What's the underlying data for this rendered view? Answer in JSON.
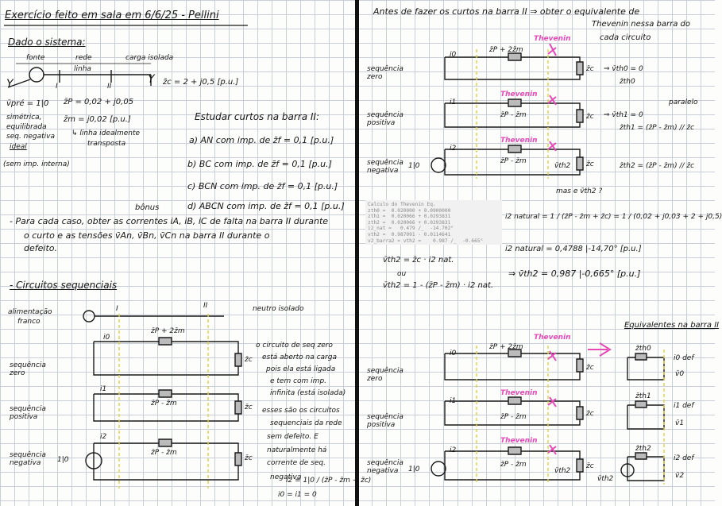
{
  "title": "Exercício feito em sala em 6/6/25 - Pellini",
  "left": {
    "dado_label": "Dado o sistema:",
    "fonte_label": "fonte",
    "rede_label": "rede",
    "linha_label": "linha",
    "carga_label": "carga isolada",
    "bar1": "I",
    "bar2": "II",
    "zc_eq": "z̄c = 2 + j0,5  [p.u.]",
    "source_letter": "Y",
    "load_letter": "Y",
    "vpre": "v̄pré = 1|0",
    "zp_eq": "z̄P = 0,02 + j0,05",
    "zm_eq": "z̄m = j0,02  [p.u.]",
    "linha_ideal": "↳ linha idealmente",
    "transposta": "transposta",
    "simetrica": "simétrica,",
    "equilibrada": "equilibrada",
    "seq_neg": "seq. negativa",
    "ideal": "ideal",
    "sem_imp": "(sem imp. interna)",
    "estudar": "Estudar curtos na barra II:",
    "cases": [
      "a) AN com imp. de z̄f = 0,1 [p.u.]",
      "b) BC com imp. de z̄f = 0,1 [p.u.]",
      "c) BCN com imp. de z̄f = 0,1 [p.u.]",
      "d) ABCN com imp. de z̄f = 0,1 [p.u.]"
    ],
    "bonus": "bônus",
    "task1": "- Para cada caso, obter as correntes iA, iB, iC de falta na barra II durante",
    "task2": "o curto e as tensões v̄An, v̄Bn, v̄Cn na barra II durante o",
    "task3": "defeito.",
    "circuitos_title": "- Circuitos sequenciais",
    "alimentacao": "alimentação",
    "franco": "franco",
    "neutro_isolado": "neutro isolado",
    "seq_zero": "sequência zero",
    "seq_pos": "sequência positiva",
    "seq_neg_lbl": "sequência negativa",
    "i0": "i0",
    "i1": "i1",
    "i2": "i2",
    "zp2zm": "z̄P + 2z̄m",
    "zpmzm": "z̄P - z̄m",
    "zc": "z̄c",
    "src": "1|0",
    "note_lines": [
      "o circuito de seq zero",
      "está aberto na carga",
      "pois ela está ligada",
      "e tem com imp.",
      "infinita (está isolada)"
    ],
    "note2_lines": [
      "esses são os circuitos",
      "sequenciais da rede",
      "sem defeito. E",
      "naturalmente há",
      "corrente de seq.",
      "negativa"
    ],
    "i2_formula": "i2 = 1|0 / (z̄P - z̄m + z̄c)",
    "i0_formula": "i0 = i1 = 0"
  },
  "right": {
    "antes": "Antes de fazer os curtos na barra II ⇒ obter o equivalente de",
    "antes2": "Thevenin nessa barra do",
    "antes3": "cada circuito",
    "thevenin": "Thevenin",
    "vth0": "⇒ v̄th0 = 0",
    "zth0": "z̄th0",
    "vth1": "⇒ v̄th1 = 0",
    "zth1": "z̄th1 = (z̄P - z̄m) // z̄c",
    "paralelo": "paralelo",
    "zth2": "z̄th2 = (z̄P - z̄m) // z̄c",
    "vth2_q": "mas e v̄th2 ?",
    "vth2": "v̄th2",
    "calc_lines": [
      "Calculo do Thevenin Eq.",
      "zth0 =  0.020000 + 0.0900000",
      "zth1 =  0.020066 + 0.0293831",
      "zth2 =  0.020066 + 0.0293831",
      "i2_nat =   0.479 /_  -14.702°",
      "vth2 =  0.987091 - 0.0114641",
      "v2_barra2 = vth2 =    0.987 /_  -0.665°"
    ],
    "i2nat_frac": "i2 natural = 1 / (z̄P - z̄m + z̄c) = 1 / (0,02 + j0,03 + 2 + j0,5)",
    "i2nat_val": "i2 natural = 0,4788 |-14,70°  [p.u.]",
    "vth2_eq1": "v̄th2 = z̄c · i2 nat.",
    "ou": "ou",
    "vth2_eq2": "v̄th2 = 1 - (z̄P - z̄m) · i2 nat.",
    "vth2_val": "⇒ v̄th2 = 0,987 |-0,665°  [p.u.]",
    "equivalentes": "Equivalentes na barra II",
    "zth1_s": "z̄th1",
    "zth2_s": "z̄th2",
    "i0def": "i0 def",
    "i1def": "i1 def",
    "i2def": "i2 def",
    "v0": "v̄0",
    "v1": "v̄1",
    "v2": "v̄2"
  }
}
